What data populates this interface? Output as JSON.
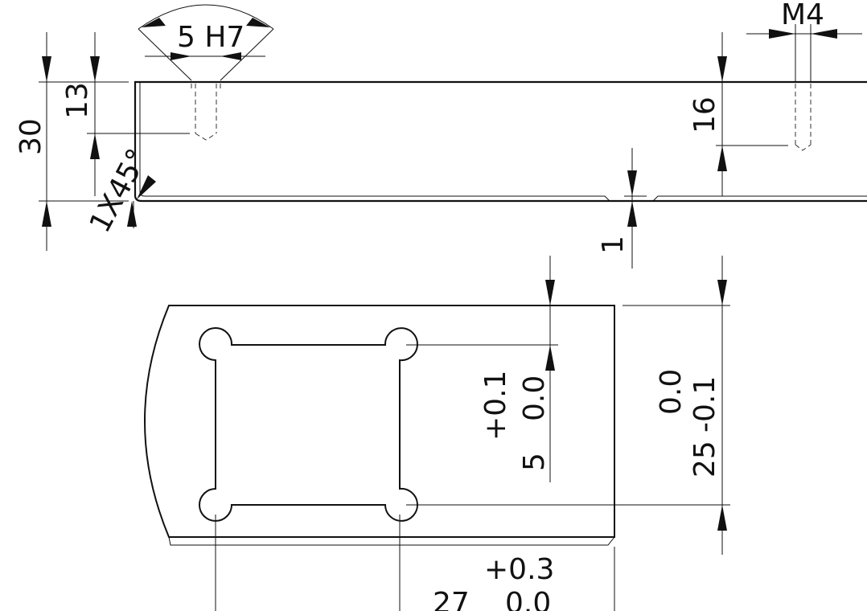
{
  "colors": {
    "line": "#111111",
    "background": "#ffffff"
  },
  "side_view": {
    "chamfer_hole_label": "5 H7",
    "thread_label": "M4",
    "height_total": "30",
    "hole_offset": "13",
    "thread_depth": "16",
    "chamfer_label": "1X45°",
    "thickness": "1"
  },
  "plan_view": {
    "slot_width_nominal": "5",
    "slot_width_tol_upper": "+0.1",
    "slot_width_tol_lower": "0.0",
    "plate_width_nominal": "25",
    "plate_width_tol_upper": "0.0",
    "plate_width_tol_lower": "-0.1",
    "slot_length_nominal": "27",
    "slot_length_tol_upper": "+0.3",
    "slot_length_tol_lower": "0.0"
  }
}
